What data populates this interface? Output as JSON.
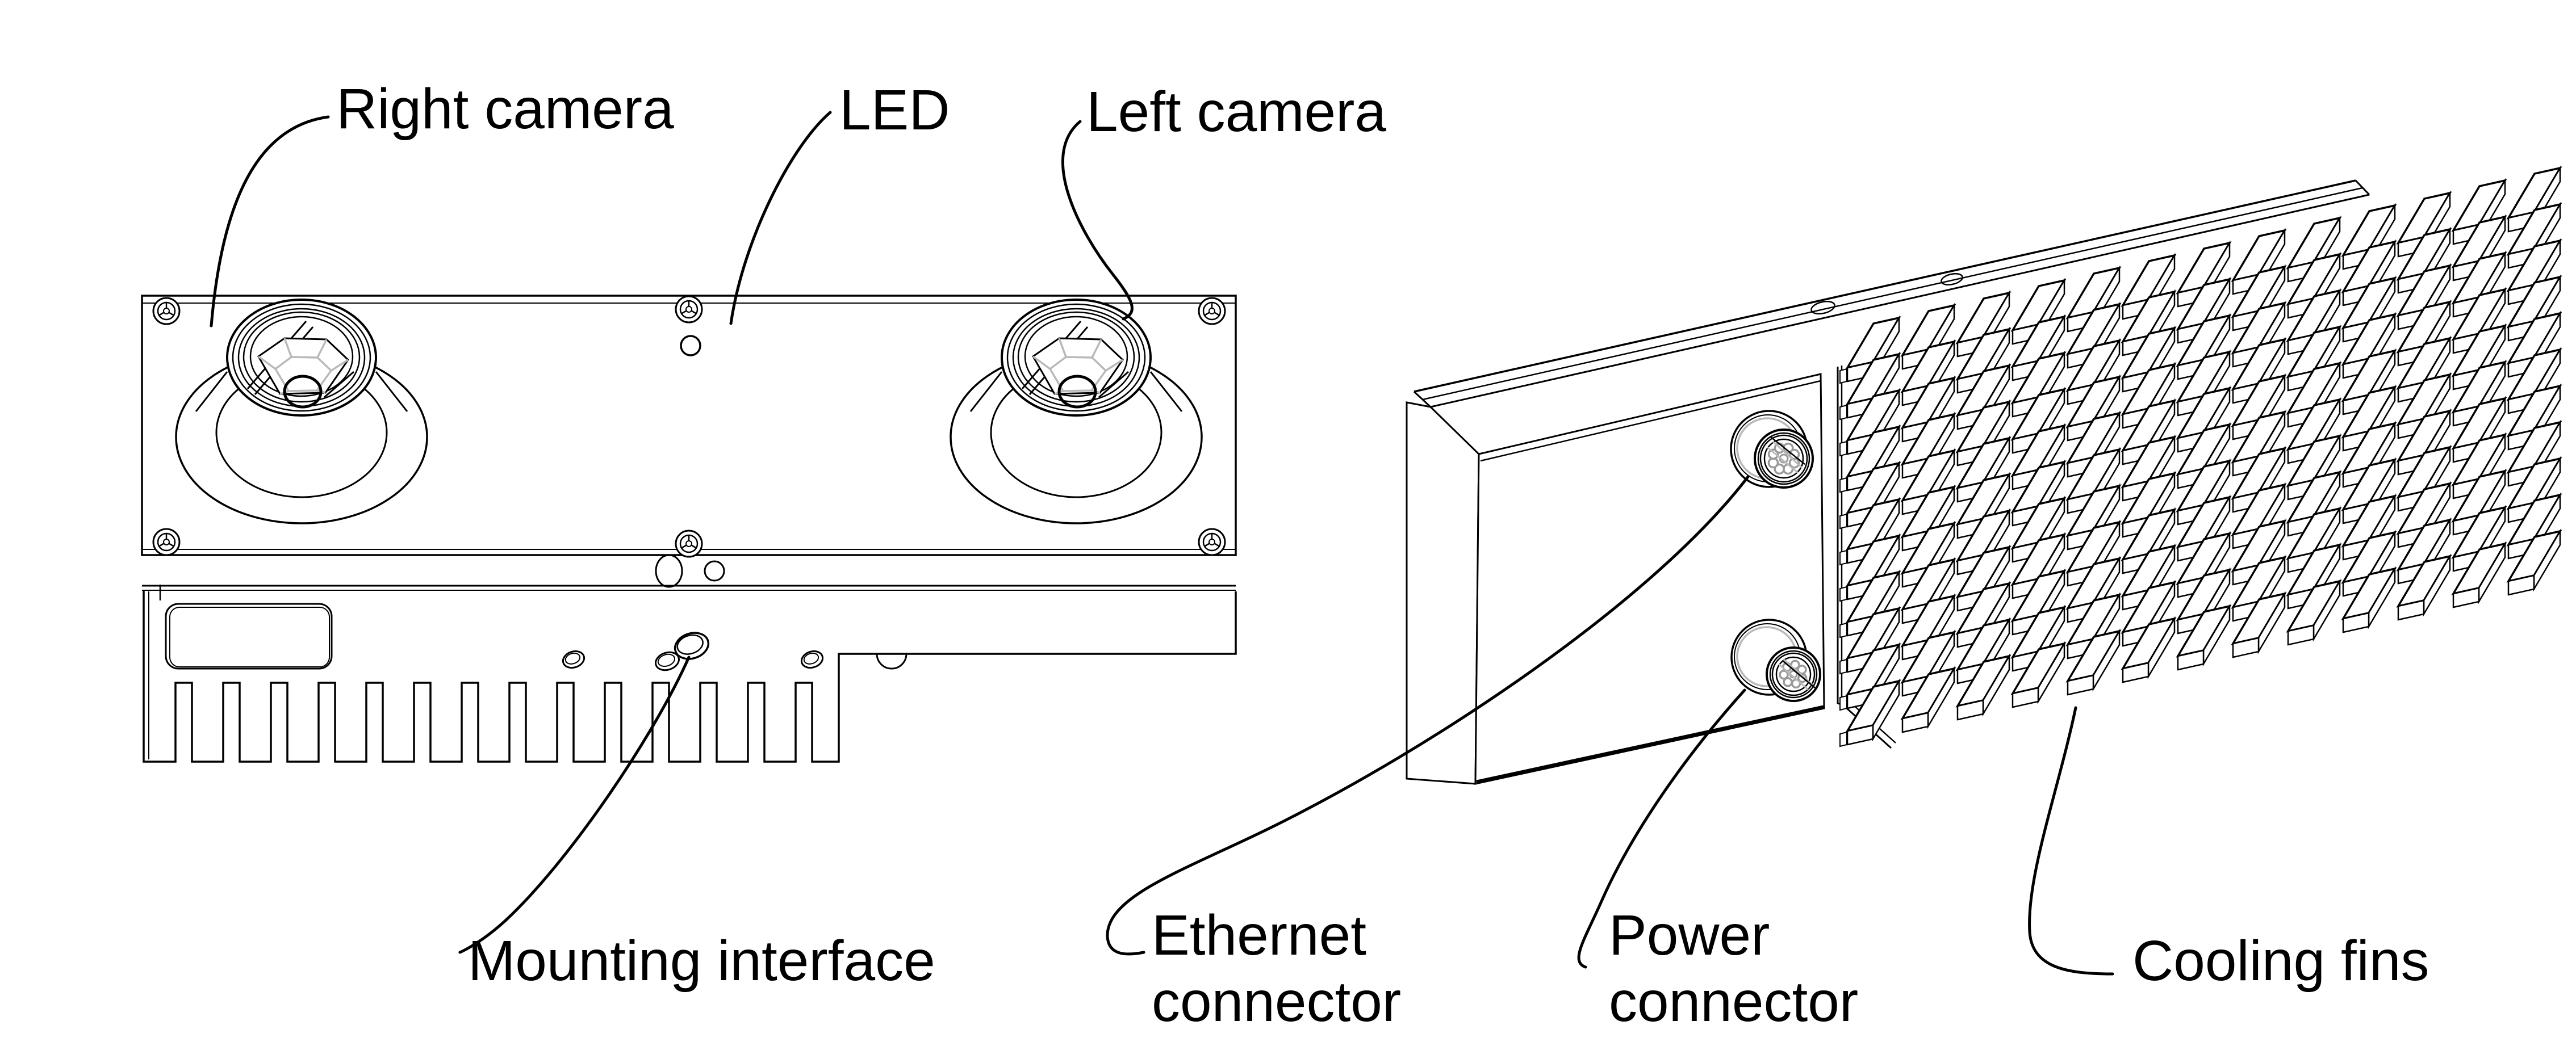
{
  "figure": {
    "type": "technical line drawing",
    "subject": "Stereo camera sensor shown in front view and rear isometric view",
    "colors": {
      "background": "#ffffff",
      "ink": "#000000",
      "accent_gray": "#b9b9b9"
    },
    "views": [
      {
        "id": "front-view",
        "description": "Front view: two camera lenses, status LED, mounting interface, finned lower housing"
      },
      {
        "id": "rear-view",
        "description": "Rear isometric view: connector plate with Ethernet and Power connectors, pin-fin cooling array"
      }
    ],
    "callouts": [
      {
        "id": "right-camera",
        "text": "Right camera"
      },
      {
        "id": "led",
        "text": "LED"
      },
      {
        "id": "left-camera",
        "text": "Left camera"
      },
      {
        "id": "mounting-interface",
        "text": "Mounting interface"
      },
      {
        "id": "ethernet-connector",
        "line1": "Ethernet",
        "line2": "connector"
      },
      {
        "id": "power-connector",
        "line1": "Power",
        "line2": "connector"
      },
      {
        "id": "cooling-fins",
        "text": "Cooling fins"
      }
    ]
  }
}
